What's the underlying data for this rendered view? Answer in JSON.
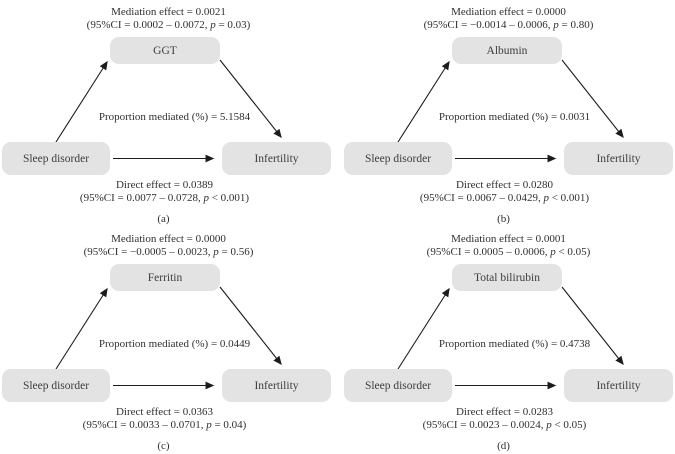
{
  "figure": {
    "background": "#ffffff",
    "box_fill": "#e3e3e3",
    "text_color": "#2f2f2f",
    "arrow_color": "#1c1c1c",
    "p_italic": "p",
    "panels": [
      {
        "label": "(a)",
        "mediator": "GGT",
        "exposure": "Sleep disorder",
        "outcome": "Infertility",
        "mediation_effect": "Mediation effect = 0.0021",
        "mediation_ci_pre": "(95%CI = 0.0002 – 0.0072, ",
        "mediation_ci_post": " = 0.03)",
        "proportion": "Proportion mediated (%) = 5.1584",
        "direct_effect": "Direct effect = 0.0389",
        "direct_ci_pre": "(95%CI = 0.0077 – 0.0728, ",
        "direct_ci_post": " < 0.001)"
      },
      {
        "label": "(b)",
        "mediator": "Albumin",
        "exposure": "Sleep disorder",
        "outcome": "Infertility",
        "mediation_effect": "Mediation effect = 0.0000",
        "mediation_ci_pre": "(95%CI = −0.0014 – 0.0006, ",
        "mediation_ci_post": " = 0.80)",
        "proportion": "Proportion mediated (%) = 0.0031",
        "direct_effect": "Direct effect = 0.0280",
        "direct_ci_pre": "(95%CI = 0.0067 – 0.0429, ",
        "direct_ci_post": " < 0.001)"
      },
      {
        "label": "(c)",
        "mediator": "Ferritin",
        "exposure": "Sleep disorder",
        "outcome": "Infertility",
        "mediation_effect": "Mediation effect = 0.0000",
        "mediation_ci_pre": "(95%CI = −0.0005 – 0.0023, ",
        "mediation_ci_post": " = 0.56)",
        "proportion": "Proportion mediated (%) = 0.0449",
        "direct_effect": "Direct effect = 0.0363",
        "direct_ci_pre": "(95%CI = 0.0033 – 0.0701, ",
        "direct_ci_post": " = 0.04)"
      },
      {
        "label": "(d)",
        "mediator": "Total bilirubin",
        "exposure": "Sleep disorder",
        "outcome": "Infertility",
        "mediation_effect": "Mediation effect = 0.0001",
        "mediation_ci_pre": "(95%CI = 0.0005 – 0.0006, ",
        "mediation_ci_post": " < 0.05)",
        "proportion": "Proportion mediated (%) = 0.4738",
        "direct_effect": "Direct effect = 0.0283",
        "direct_ci_pre": "(95%CI = 0.0023 – 0.0024, ",
        "direct_ci_post": " < 0.05)"
      }
    ]
  }
}
